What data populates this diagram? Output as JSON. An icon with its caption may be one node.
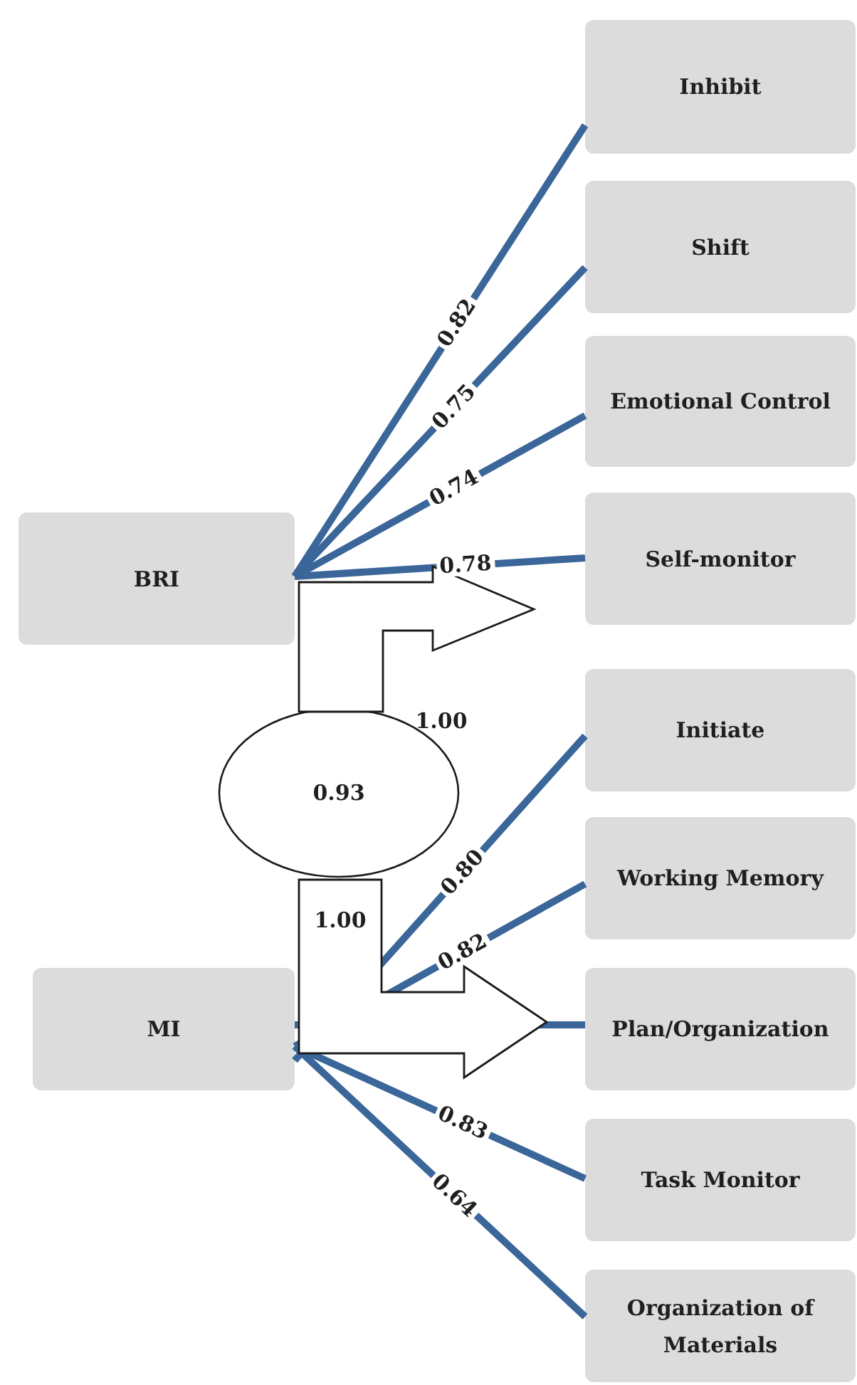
{
  "diagram": {
    "nodes": [
      {
        "text": [
          "BRI"
        ]
      },
      {
        "text": [
          "0.93"
        ]
      },
      {
        "text": [
          "MI"
        ]
      },
      {
        "text": [
          "Inhibit"
        ]
      },
      {
        "text": [
          "Shift"
        ]
      },
      {
        "text": [
          "Emotional Control"
        ]
      },
      {
        "text": [
          "Self-monitor"
        ]
      },
      {
        "text": [
          "Initiate"
        ]
      },
      {
        "text": [
          "Working Memory"
        ]
      },
      {
        "text": [
          "Plan/Organization"
        ]
      },
      {
        "text": [
          "Task Monitor"
        ]
      },
      {
        "text": [
          "Organization of Materials"
        ]
      }
    ],
    "edges": [
      {
        "from": 0,
        "to": 3,
        "arrow": "none",
        "label": "0.82"
      },
      {
        "from": 0,
        "to": 4,
        "arrow": "none",
        "label": "0.75"
      },
      {
        "from": 0,
        "to": 5,
        "arrow": "none",
        "label": "0.74"
      },
      {
        "from": 0,
        "to": 6,
        "arrow": "none",
        "label": "0.78"
      },
      {
        "from": 2,
        "to": 7,
        "arrow": "none",
        "label": "0.80"
      },
      {
        "from": 2,
        "to": 8,
        "arrow": "none",
        "label": "0.82"
      },
      {
        "from": 2,
        "to": 9,
        "arrow": "none"
      },
      {
        "from": 2,
        "to": 10,
        "arrow": "none",
        "label": "0.83"
      },
      {
        "from": 2,
        "to": 11,
        "arrow": "none",
        "label": "0.64"
      },
      {
        "from": 1,
        "to": null,
        "arrow": "to",
        "label": "1.00",
        "style": "thick",
        "color": "#1a1a1a"
      },
      {
        "from": 1,
        "to": null,
        "arrow": "to",
        "label": "1.00",
        "style": "thick",
        "color": "#1a1a1a"
      }
    ]
  }
}
